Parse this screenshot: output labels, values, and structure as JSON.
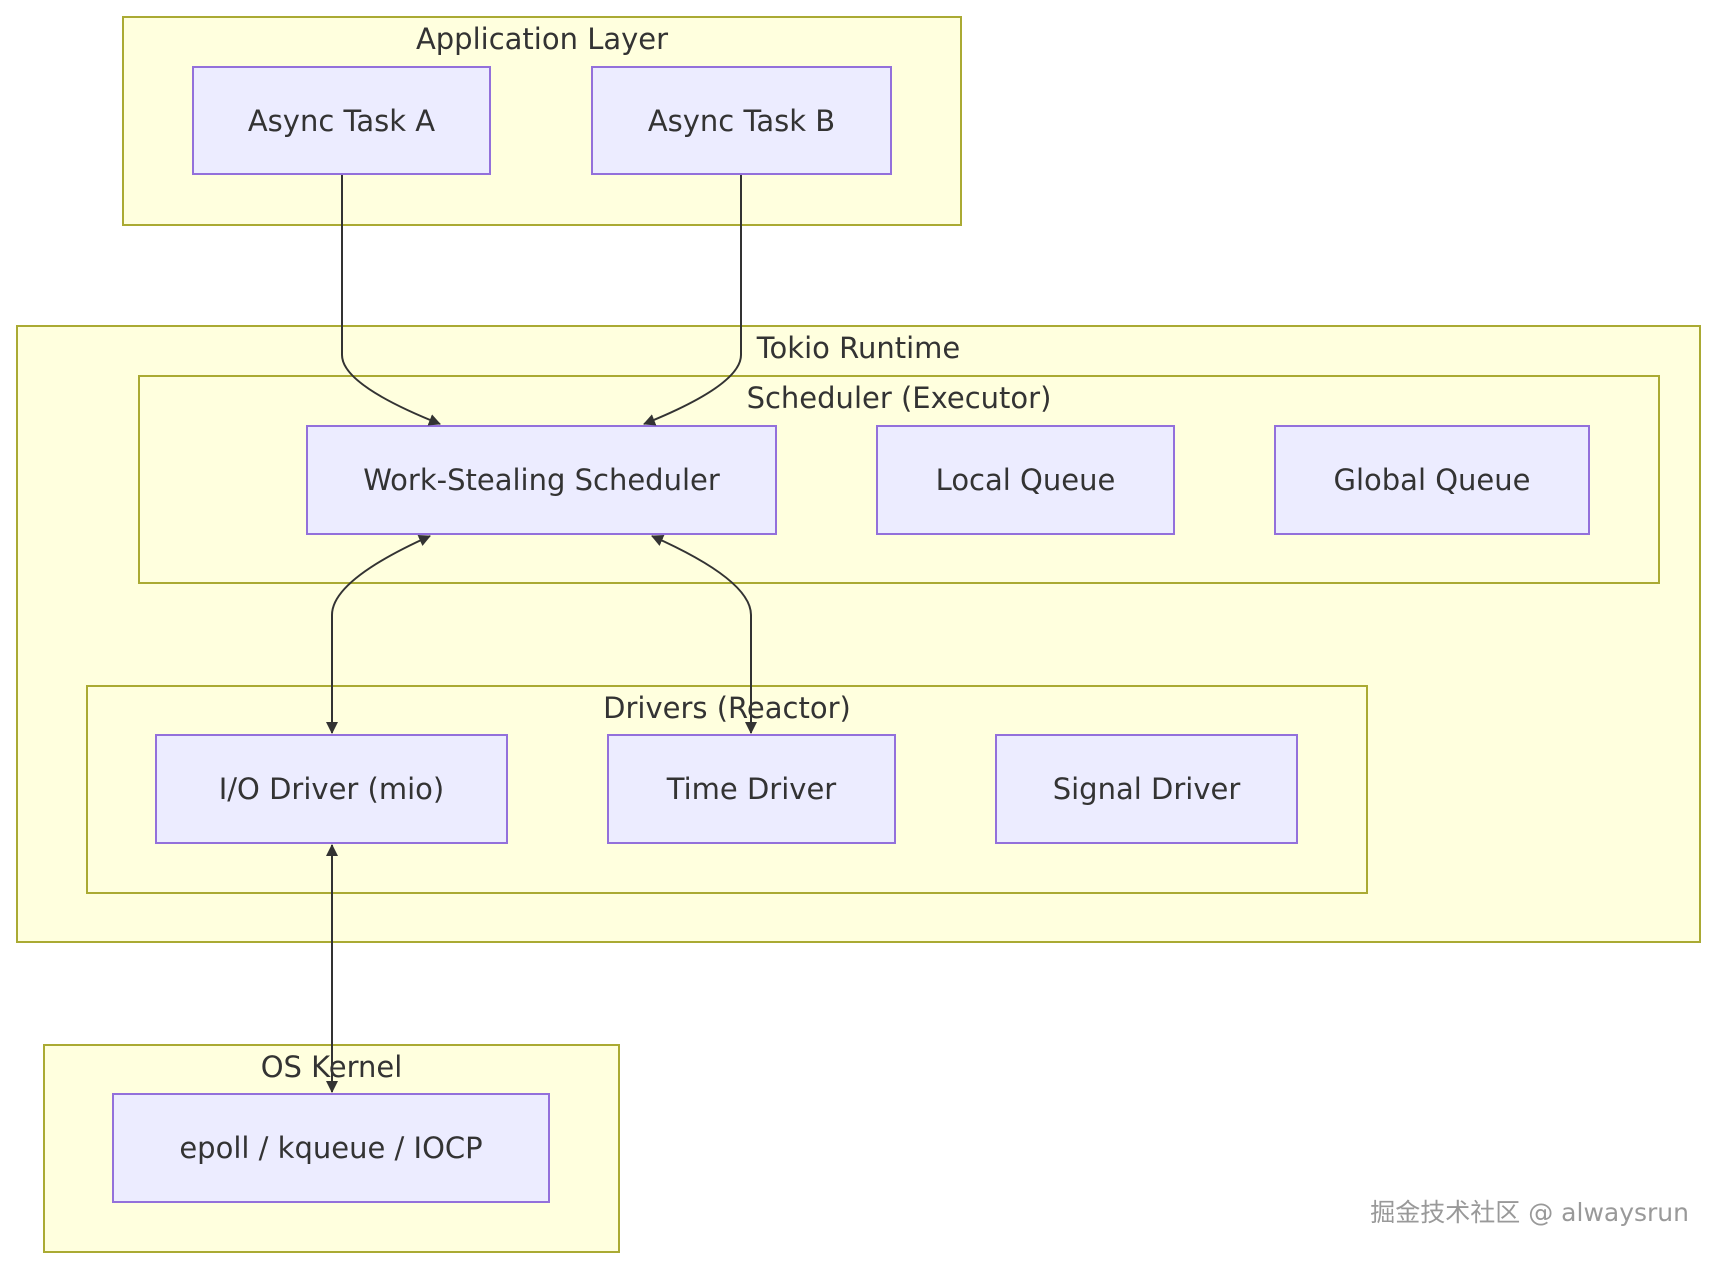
{
  "groups": {
    "application_layer": "Application Layer",
    "tokio_runtime": "Tokio Runtime",
    "scheduler": "Scheduler (Executor)",
    "drivers": "Drivers (Reactor)",
    "os_kernel": "OS Kernel"
  },
  "nodes": {
    "async_task_a": "Async Task A",
    "async_task_b": "Async Task B",
    "work_stealing_scheduler": "Work-Stealing Scheduler",
    "local_queue": "Local Queue",
    "global_queue": "Global Queue",
    "io_driver": "I/O Driver (mio)",
    "time_driver": "Time Driver",
    "signal_driver": "Signal Driver",
    "epoll": "epoll / kqueue / IOCP"
  },
  "edges": [
    {
      "from": "Async Task A",
      "to": "Work-Stealing Scheduler",
      "direction": "forward"
    },
    {
      "from": "Async Task B",
      "to": "Work-Stealing Scheduler",
      "direction": "forward"
    },
    {
      "from": "Work-Stealing Scheduler",
      "to": "I/O Driver (mio)",
      "direction": "both"
    },
    {
      "from": "Work-Stealing Scheduler",
      "to": "Time Driver",
      "direction": "both"
    },
    {
      "from": "I/O Driver (mio)",
      "to": "epoll / kqueue / IOCP",
      "direction": "both"
    }
  ],
  "colors": {
    "group_fill": "#ffffde",
    "group_border": "#aaaa33",
    "node_fill": "#ececff",
    "node_border": "#9370db",
    "edge": "#333333",
    "text": "#333333"
  },
  "watermark": "掘金技术社区 @ alwaysrun"
}
